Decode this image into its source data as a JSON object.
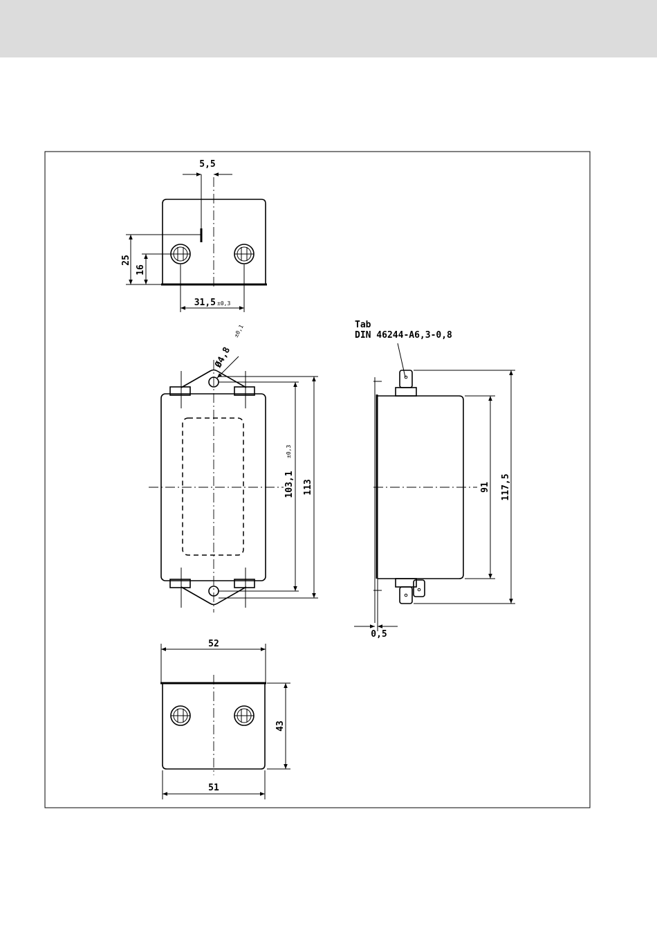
{
  "header_band": {
    "color": "#dcdcdc"
  },
  "dimensions": {
    "top_width": "5,5",
    "top_h25": "25",
    "top_h16": "16",
    "top_spacing": "31,5",
    "top_spacing_tol": "±0,3",
    "hole_dia": "Ø4,8",
    "hole_dia_tol": "±0,1",
    "hole_pitch": "103,1",
    "hole_pitch_tol": "±0,3",
    "total_len": "113",
    "side_body": "91",
    "side_total": "117,5",
    "side_flange": "0,5",
    "bottom_top_width": "52",
    "bottom_height": "43",
    "bottom_width": "51"
  },
  "tab_label": {
    "line1": "Tab",
    "line2": "DIN 46244-A6,3-0,8"
  }
}
